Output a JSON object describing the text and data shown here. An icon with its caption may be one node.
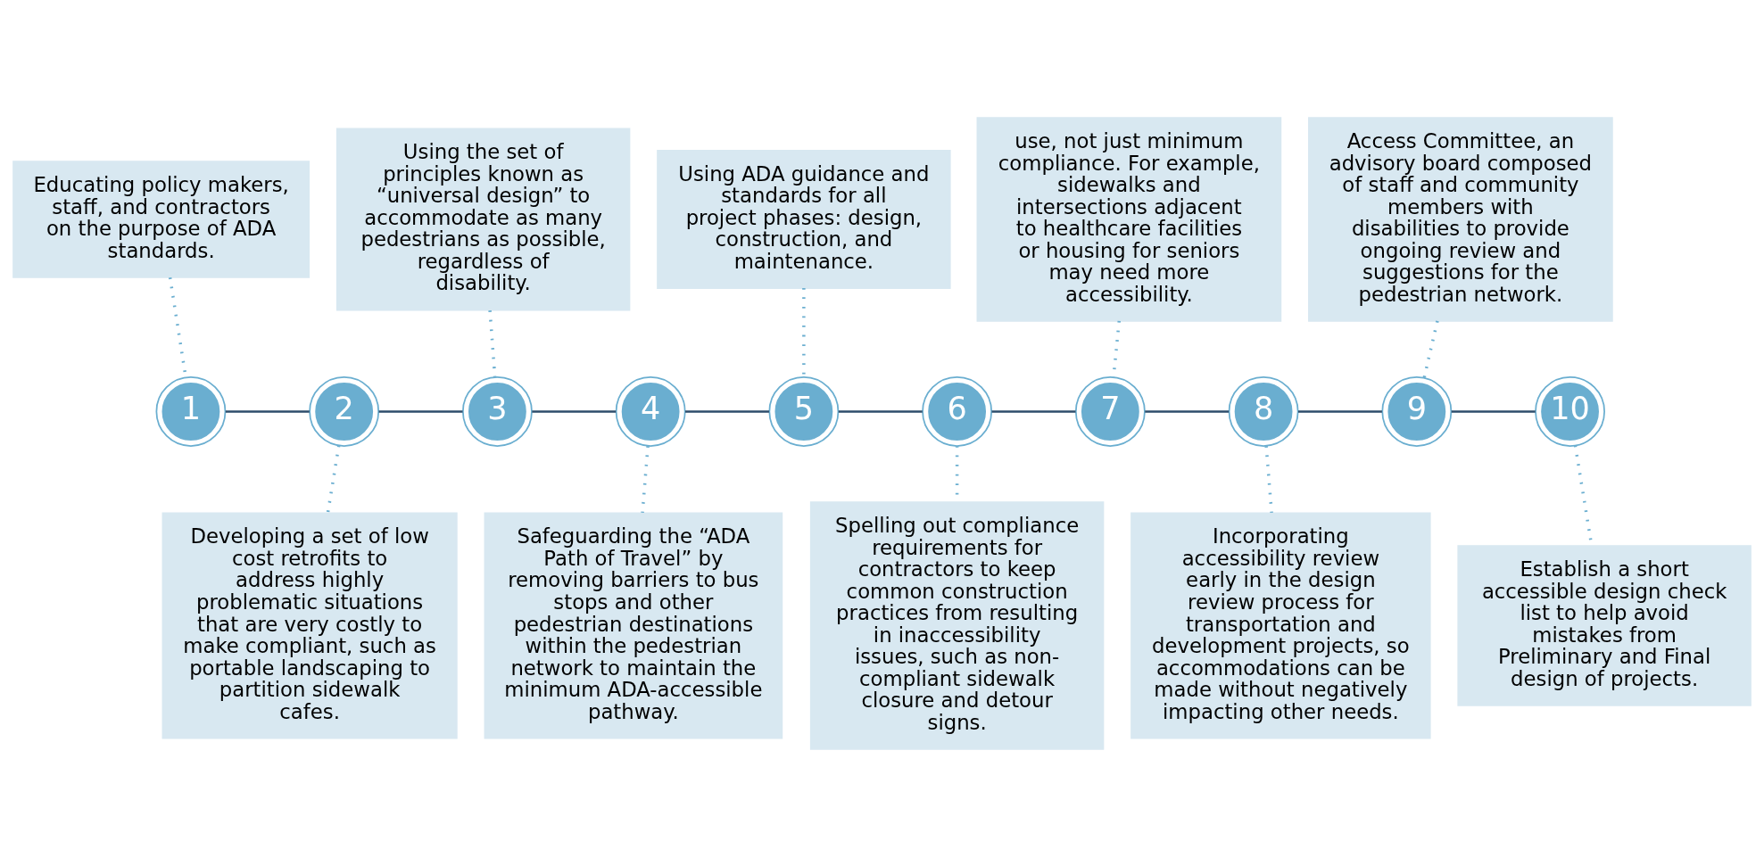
{
  "diagram": {
    "nodes": [
      {
        "text": [
          "Educating policy makers, staff, and contractors on the purpose of ADA standards."
        ]
      },
      {
        "text": [
          "Using the set of principles known as “universal design” to accommodate as many pedestrians as possible, regardless of disability."
        ]
      },
      {
        "text": [
          "Using ADA guidance and standards for all project phases: design, construction, and maintenance."
        ]
      },
      {
        "text": [
          "use, not just minimum compliance. For example, sidewalks and intersections adjacent to healthcare facilities or housing for seniors may need more accessibility."
        ]
      },
      {
        "text": [
          "Access Committee, an advisory board composed of staff and community members with disabilities to provide ongoing review and suggestions for the pedestrian network."
        ]
      },
      {
        "text": [
          "1"
        ]
      },
      {
        "text": [
          "2"
        ]
      },
      {
        "text": [
          "3"
        ]
      },
      {
        "text": [
          "4"
        ]
      },
      {
        "text": [
          "5"
        ]
      },
      {
        "text": [
          "6"
        ]
      },
      {
        "text": [
          "7"
        ]
      },
      {
        "text": [
          "8"
        ]
      },
      {
        "text": [
          "9"
        ]
      },
      {
        "text": [
          "10"
        ]
      },
      {
        "text": [
          "Developing a set of low cost retrofits to address highly problematic situations that are very costly to make compliant, such as portable landscaping to partition sidewalk cafes."
        ]
      },
      {
        "text": [
          "Safeguarding the “ADA Path of Travel” by removing barriers to bus stops and other pedestrian destinations within the pedestrian network to maintain the minimum ADA-accessible pathway."
        ]
      },
      {
        "text": [
          "Spelling out compliance requirements for contractors to keep common construction practices from resulting in inaccessibility issues, such as non-compliant sidewalk closure and detour signs."
        ]
      },
      {
        "text": [
          "Incorporating accessibility review early in the design review process for transportation and development projects, so accommodations can be made without negatively impacting other needs."
        ]
      },
      {
        "text": [
          "Establish a short accessible design check list to help avoid mistakes from Preliminary and Final design of projects."
        ]
      }
    ],
    "edges": [
      {
        "from": 5,
        "to": 6,
        "arrow": "none",
        "color": "#2e4d6b"
      },
      {
        "from": 6,
        "to": 7,
        "arrow": "none",
        "color": "#2e4d6b"
      },
      {
        "from": 7,
        "to": 8,
        "arrow": "none",
        "color": "#2e4d6b"
      },
      {
        "from": 8,
        "to": 9,
        "arrow": "none",
        "color": "#2e4d6b"
      },
      {
        "from": 9,
        "to": 10,
        "arrow": "none",
        "color": "#2e4d6b"
      },
      {
        "from": 10,
        "to": 11,
        "arrow": "none",
        "color": "#2e4d6b"
      },
      {
        "from": 11,
        "to": 12,
        "arrow": "none",
        "color": "#2e4d6b"
      },
      {
        "from": 12,
        "to": 13,
        "arrow": "none",
        "color": "#2e4d6b"
      },
      {
        "from": 13,
        "to": 14,
        "arrow": "none",
        "color": "#2e4d6b"
      },
      {
        "from": 0,
        "to": 5,
        "arrow": "none",
        "style": "dashed"
      },
      {
        "from": 6,
        "to": 15,
        "arrow": "none",
        "style": "dashed"
      },
      {
        "from": 1,
        "to": 7,
        "arrow": "none",
        "style": "dashed"
      },
      {
        "from": 8,
        "to": 16,
        "arrow": "none",
        "style": "dashed"
      },
      {
        "from": 2,
        "to": 9,
        "arrow": "none",
        "style": "dashed"
      },
      {
        "from": 10,
        "to": 17,
        "arrow": "none",
        "style": "dashed"
      },
      {
        "from": 3,
        "to": 11,
        "arrow": "none",
        "style": "dashed"
      },
      {
        "from": 12,
        "to": 18,
        "arrow": "none",
        "style": "dashed"
      },
      {
        "from": 4,
        "to": 13,
        "arrow": "none",
        "style": "dashed"
      },
      {
        "from": 14,
        "to": 19,
        "arrow": "none",
        "style": "dashed"
      }
    ]
  }
}
